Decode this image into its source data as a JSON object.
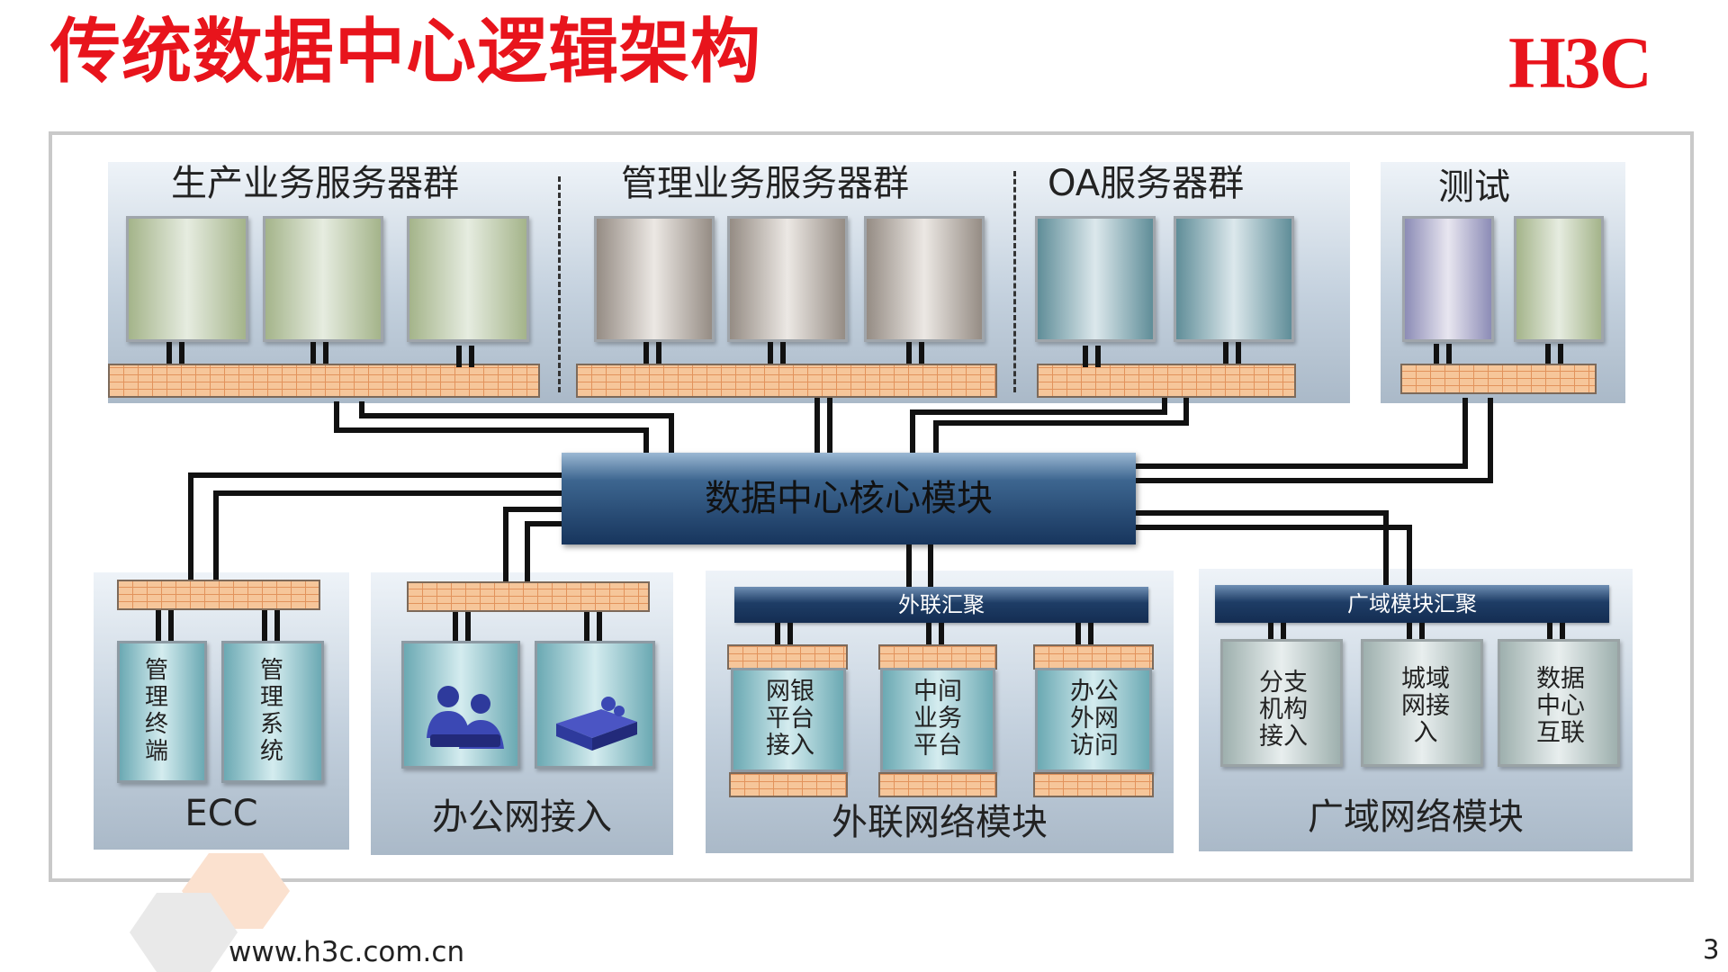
{
  "slide": {
    "title": "传统数据中心逻辑架构",
    "logo_text": "H3C",
    "footer_url": "www.h3c.com.cn",
    "page_number": "3"
  },
  "colors": {
    "title_red": "#e8141c",
    "navy": "#1e3d66",
    "brick": "#f6c69a",
    "panel": "#c4d1de"
  },
  "top_groups": {
    "production": "生产业务服务器群",
    "management": "管理业务服务器群",
    "oa": "OA服务器群",
    "test": "测试"
  },
  "core": {
    "label": "数据中心核心模块"
  },
  "ecc": {
    "title": "ECC",
    "items": [
      "管理终端",
      "管理系统"
    ]
  },
  "office_access": {
    "title": "办公网接入",
    "icons": [
      "users-icon",
      "printer-icon"
    ]
  },
  "external": {
    "title": "外联网络模块",
    "aggregation": "外联汇聚",
    "items": [
      "网银平台接入",
      "中间业务平台",
      "办公外网访问"
    ]
  },
  "wan": {
    "title": "广域网络模块",
    "aggregation": "广域模块汇聚",
    "items": [
      "分支机构接入",
      "城域网接入",
      "数据中心互联"
    ]
  }
}
